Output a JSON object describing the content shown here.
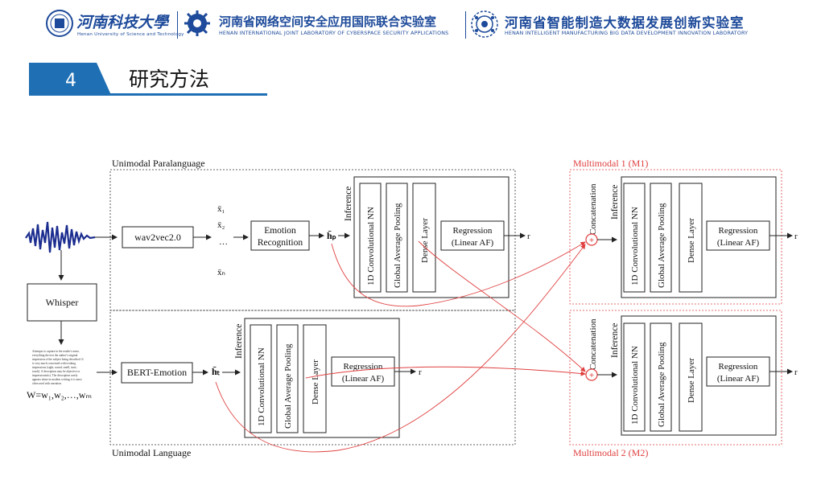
{
  "header": {
    "univ_name": "河南科技大學",
    "univ_en": "Henan University of Science and Technology",
    "lab1_name": "河南省网络空间安全应用国际联合实验室",
    "lab1_en": "HENAN INTERNATIONAL JOINT LABORATORY OF CYBERSPACE SECURITY APPLICATIONS",
    "lab2_name": "河南省智能制造大数据发展创新实验室",
    "lab2_en": "HENAN INTELLIGENT MANUFACTURING BIG DATA DEVELOPMENT INNOVATION LABORATORY",
    "colors": {
      "brand": "#1d4a9a"
    }
  },
  "section": {
    "number": "4",
    "title": "研究方法"
  },
  "diagram": {
    "paralanguage_title": "Unimodal Paralanguage",
    "language_title": "Unimodal Language",
    "m1_title": "Multimodal 1 (M1)",
    "m2_title": "Multimodal 2 (M2)",
    "wav2vec": "wav2vec2.0",
    "feat_x1": "x̄₁",
    "feat_x2": "x̄₂",
    "feat_dots": "…",
    "feat_xn": "x̄ₙ",
    "emotion_line1": "Emotion",
    "emotion_line2": "Recognition",
    "hp": "h̄ₚ",
    "whisper": "Whisper",
    "bert": "BERT-Emotion",
    "ht": "h̄ₜ",
    "transcript": [
      "Attempts to capture in the reader's sense,",
      "everything the text the author's original",
      "impression of the subject being described. It",
      "is very much concerned with evoking",
      "impressions (sight, sound, smell, taste,",
      "touch). A description may be objective or",
      "impressionistic). The description rarely",
      "appears alone in modern writing; it is most",
      "often used with narration."
    ],
    "w_formula": "W=w₁,w₂,…,wₘ",
    "inference": "Inference",
    "concatenation": "Concatenation",
    "conv": "1D Convolutional NN",
    "gap": "Global Average Pooling",
    "dense": "Dense Layer",
    "regression_line1": "Regression",
    "regression_line2": "(Linear AF)",
    "output": "r",
    "plus": "+",
    "colors": {
      "multimodal": "#e04040",
      "line": "#222222",
      "brand": "#1d4a9a"
    }
  }
}
